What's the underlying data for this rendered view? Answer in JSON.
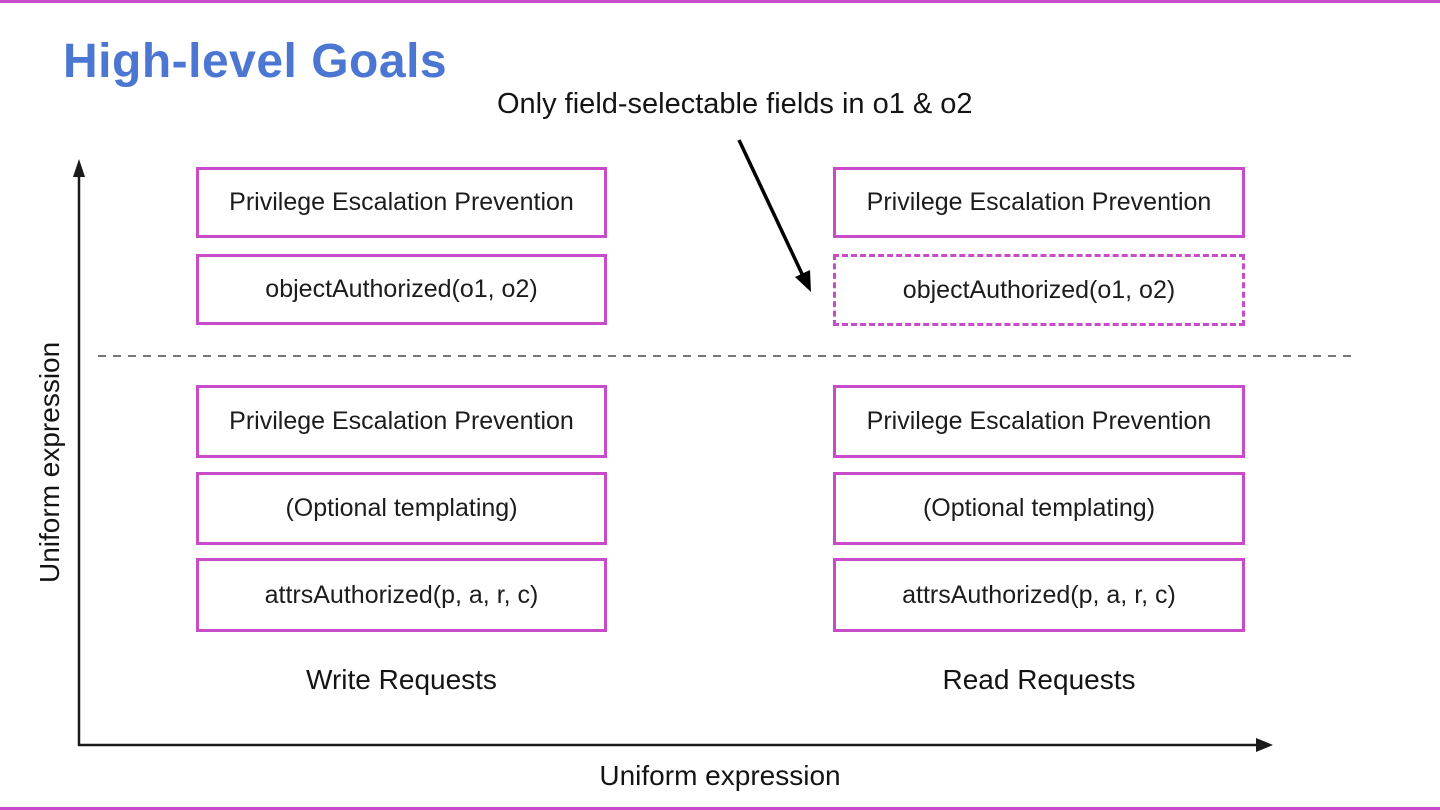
{
  "slide": {
    "title": "High-level Goals",
    "annotation": "Only field-selectable fields in o1 & o2",
    "x_axis_label": "Uniform expression",
    "y_axis_label": "Uniform expression",
    "colors": {
      "accent_magenta": "#c84bca",
      "title_blue": "#4b76d1",
      "separator_gray": "#777777",
      "axis_black": "#1a1a1a"
    },
    "columns": [
      {
        "label": "Write Requests",
        "top_boxes": [
          {
            "text": "Privilege Escalation Prevention",
            "style": "solid"
          },
          {
            "text": "objectAuthorized(o1, o2)",
            "style": "solid"
          }
        ],
        "bottom_boxes": [
          {
            "text": "Privilege Escalation Prevention",
            "style": "solid"
          },
          {
            "text": "(Optional templating)",
            "style": "solid"
          },
          {
            "text": "attrsAuthorized(p, a, r, c)",
            "style": "solid"
          }
        ]
      },
      {
        "label": "Read Requests",
        "top_boxes": [
          {
            "text": "Privilege Escalation Prevention",
            "style": "solid"
          },
          {
            "text": "objectAuthorized(o1, o2)",
            "style": "dashed"
          }
        ],
        "bottom_boxes": [
          {
            "text": "Privilege Escalation Prevention",
            "style": "solid"
          },
          {
            "text": "(Optional templating)",
            "style": "solid"
          },
          {
            "text": "attrsAuthorized(p, a, r, c)",
            "style": "solid"
          }
        ]
      }
    ]
  }
}
